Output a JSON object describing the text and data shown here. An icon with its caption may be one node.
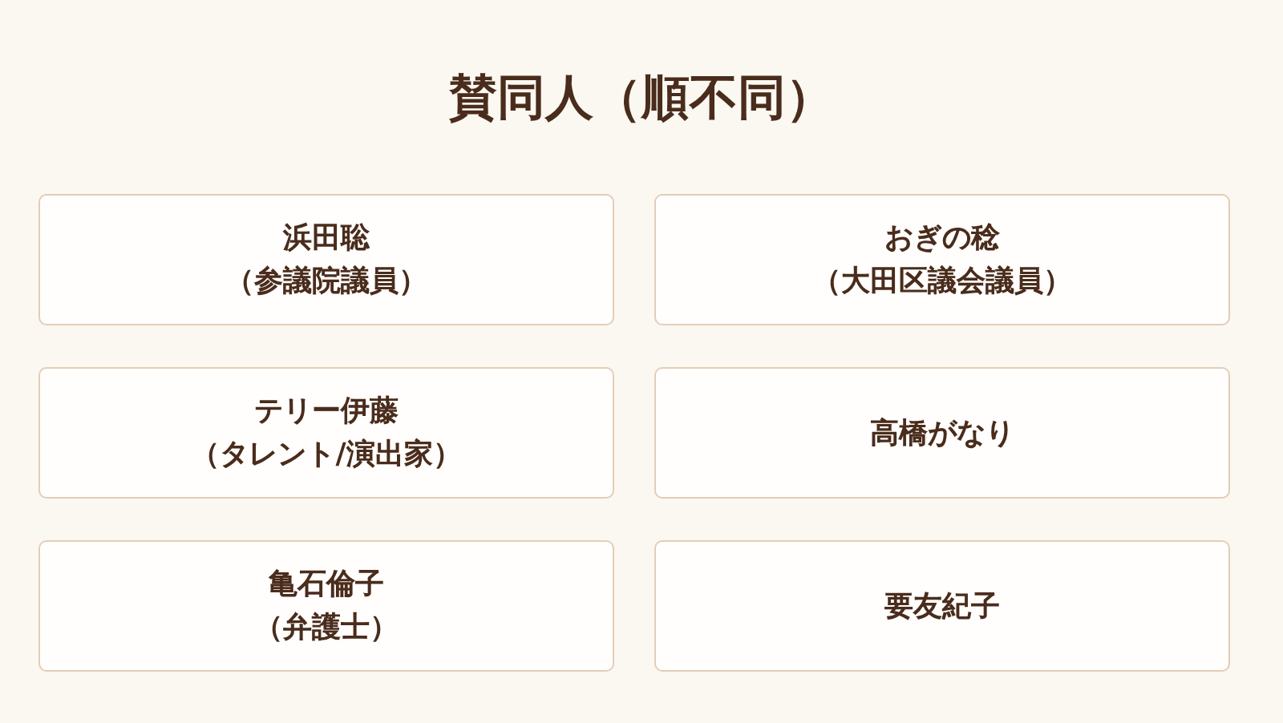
{
  "diagram": {
    "title": "賛同人（順不同）",
    "nodes": [
      {
        "text": [
          "浜田聡",
          "（参議院議員）"
        ]
      },
      {
        "text": [
          "おぎの稔",
          "（大田区議会議員）"
        ]
      },
      {
        "text": [
          "テリー伊藤",
          "（タレント/演出家）"
        ]
      },
      {
        "text": [
          "高橋がなり"
        ]
      },
      {
        "text": [
          "亀石倫子",
          "（弁護士）"
        ]
      },
      {
        "text": [
          "要友紀子"
        ]
      }
    ]
  }
}
